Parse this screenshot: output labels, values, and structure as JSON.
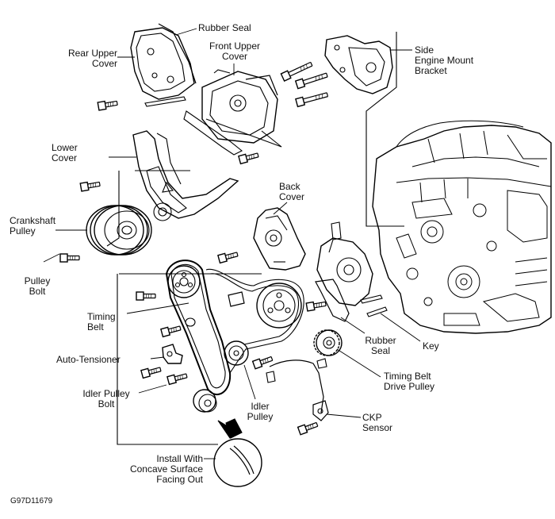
{
  "labels": {
    "rubber_seal_top": "Rubber Seal",
    "rear_upper_cover": [
      "Rear Upper",
      "Cover"
    ],
    "front_upper_cover": [
      "Front Upper",
      "Cover"
    ],
    "side_engine_mount_bracket": [
      "Side",
      "Engine Mount",
      "Bracket"
    ],
    "lower_cover": [
      "Lower",
      "Cover"
    ],
    "back_cover": [
      "Back",
      "Cover"
    ],
    "crankshaft_pulley": [
      "Crankshaft",
      "Pulley"
    ],
    "pulley_bolt": [
      "Pulley",
      "Bolt"
    ],
    "timing_belt": [
      "Timing",
      "Belt"
    ],
    "auto_tensioner": "Auto-Tensioner",
    "idler_pulley_bolt": [
      "Idler Pulley",
      "Bolt"
    ],
    "idler_pulley": [
      "Idler",
      "Pulley"
    ],
    "rubber_seal_lower": [
      "Rubber",
      "Seal"
    ],
    "key": "Key",
    "timing_belt_drive_pulley": [
      "Timing Belt",
      "Drive Pulley"
    ],
    "ckp_sensor": [
      "CKP",
      "Sensor"
    ],
    "install_note": [
      "Install With",
      "Concave Surface",
      "Facing Out"
    ]
  },
  "figure_code": "G97D11679"
}
